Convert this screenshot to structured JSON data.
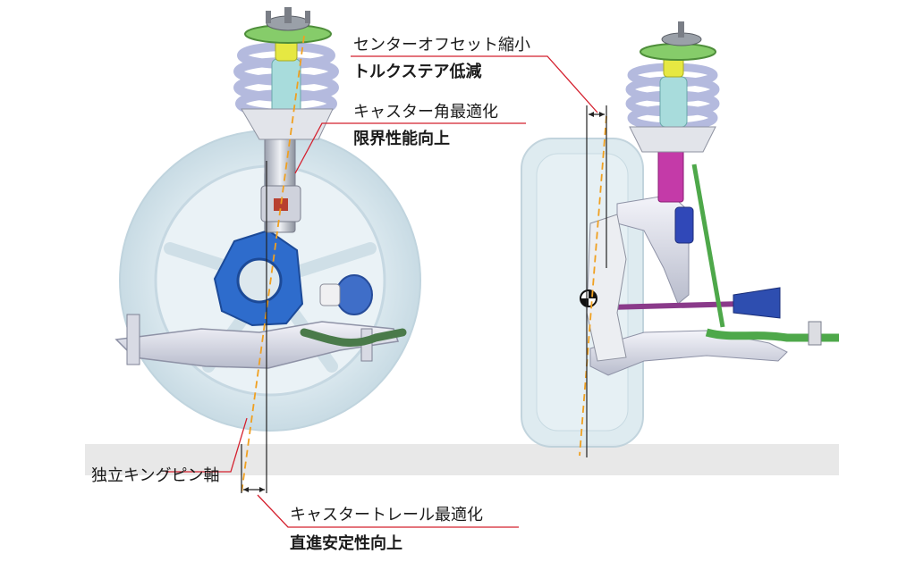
{
  "labels": {
    "center_offset": "センターオフセット縮小",
    "torque_steer": "トルクステア低減",
    "caster_angle": "キャスター角最適化",
    "limit_performance": "限界性能向上",
    "kingpin_axis": "独立キングピン軸",
    "caster_trail": "キャスタートレール最適化",
    "straight_stability": "直進安定性向上"
  },
  "colors": {
    "leader_line": "#d4202e",
    "axis_dashed": "#f0a020",
    "ground": "#e6e6e6",
    "tire": "#d6e6ee",
    "spring": "#b8bede",
    "knuckle": "#2a68c8",
    "stabilizer": "#4ea84a",
    "strut_magenta": "#c43aa8",
    "bump_stop": "#e4e83a"
  }
}
